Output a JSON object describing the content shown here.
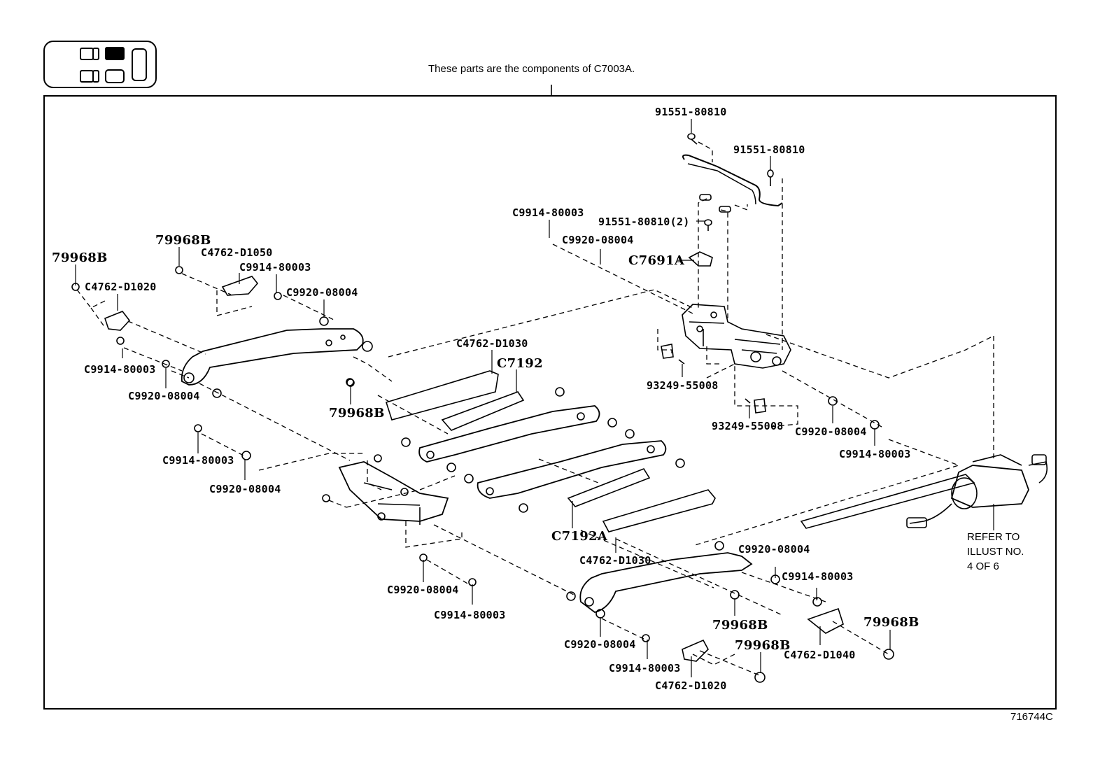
{
  "header_note": "These parts are the components of C7003A.",
  "illustration_id": "716744C",
  "seat_map": {
    "highlighted_seat": "second-row-right",
    "icon": "seat-position-map-icon"
  },
  "refer_note": [
    "REFER TO",
    "ILLUST NO.",
    "4 OF 6"
  ],
  "labels": {
    "l01": "91551-80810",
    "l02": "91551-80810",
    "l03": "C9914-80003",
    "l04": "91551-80810(2)",
    "l05": "C9920-08004",
    "l06": "C7691A",
    "l07": "79968B",
    "l08": "79968B",
    "l09": "C4762-D1050",
    "l10": "C9914-80003",
    "l11": "C4762-D1020",
    "l12": "C9920-08004",
    "l13": "C4762-D1030",
    "l14": "C7192",
    "l15": "C9914-80003",
    "l16": "C9920-08004",
    "l17": "79968B",
    "l18": "93249-55008",
    "l19": "93249-55008",
    "l20": "C9920-08004",
    "l21": "C9914-80003",
    "l22": "C9914-80003",
    "l23": "C9920-08004",
    "l24": "C7192A",
    "l25": "C4762-D1030",
    "l26": "C9920-08004",
    "l27": "C9914-80003",
    "l28": "C9920-08004",
    "l29": "C9914-80003",
    "l30": "79968B",
    "l31": "79968B",
    "l32": "C4762-D1040",
    "l33": "C9920-08004",
    "l34": "C9914-80003",
    "l35": "79968B",
    "l36": "C4762-D1020"
  }
}
